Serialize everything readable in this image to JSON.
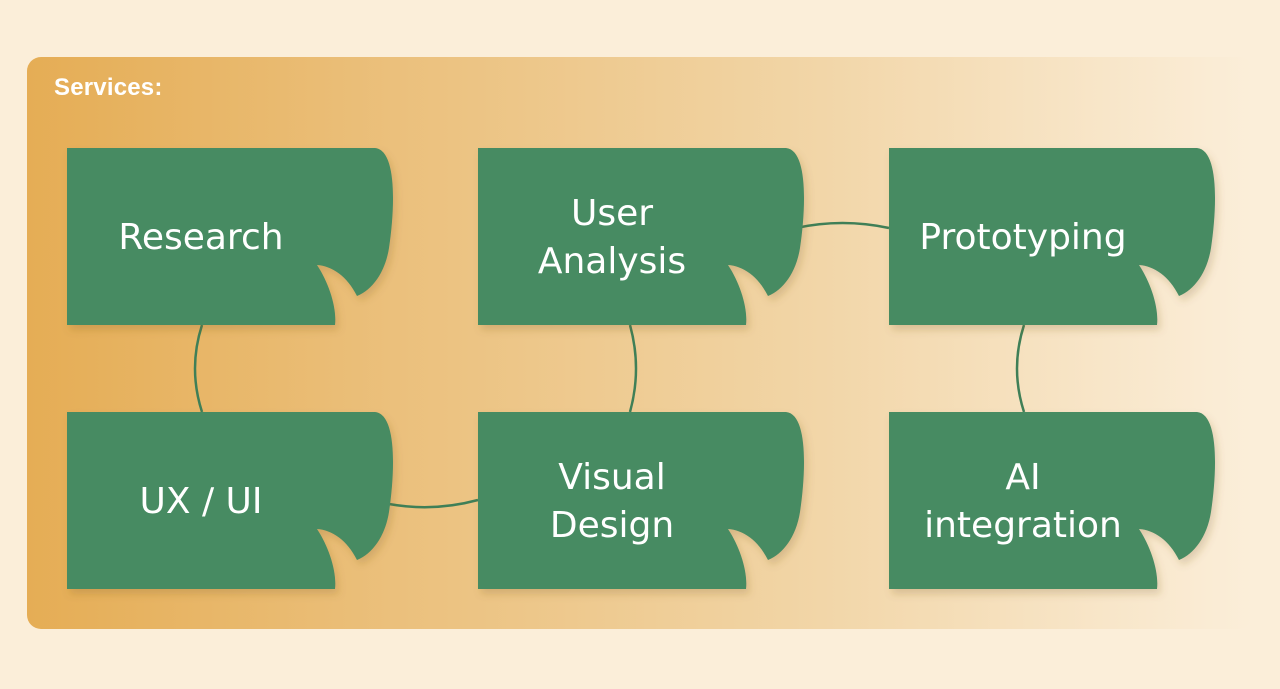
{
  "panel": {
    "title": "Services:",
    "colors": {
      "gradient_start": "#e5ad55",
      "gradient_end": "#fbeed9",
      "node_fill": "#468b62",
      "connector": "#3f7f57"
    }
  },
  "nodes": [
    {
      "id": "research",
      "lines": [
        "Research"
      ]
    },
    {
      "id": "user-analysis",
      "lines": [
        "User",
        "Analysis"
      ]
    },
    {
      "id": "prototyping",
      "lines": [
        "Prototyping"
      ]
    },
    {
      "id": "ux-ui",
      "lines": [
        "UX / UI"
      ]
    },
    {
      "id": "visual-design",
      "lines": [
        "Visual",
        "Design"
      ]
    },
    {
      "id": "ai-integration",
      "lines": [
        "AI",
        "integration"
      ]
    }
  ],
  "edges": [
    {
      "from": "research",
      "to": "ux-ui"
    },
    {
      "from": "ux-ui",
      "to": "visual-design"
    },
    {
      "from": "visual-design",
      "to": "user-analysis"
    },
    {
      "from": "user-analysis",
      "to": "prototyping"
    },
    {
      "from": "prototyping",
      "to": "ai-integration"
    }
  ]
}
